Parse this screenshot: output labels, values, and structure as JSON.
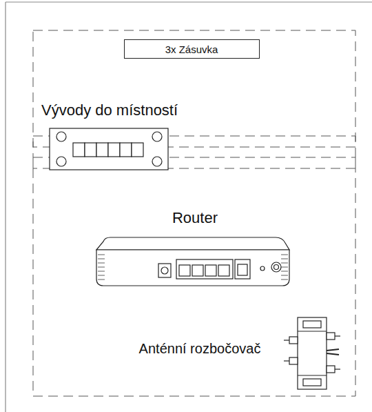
{
  "diagram": {
    "nodes": [
      {
        "text": [
          "3x Zásuvka"
        ]
      }
    ],
    "labels": [
      "Vývody do místností",
      "Router",
      "Anténní rozbočovač"
    ]
  }
}
